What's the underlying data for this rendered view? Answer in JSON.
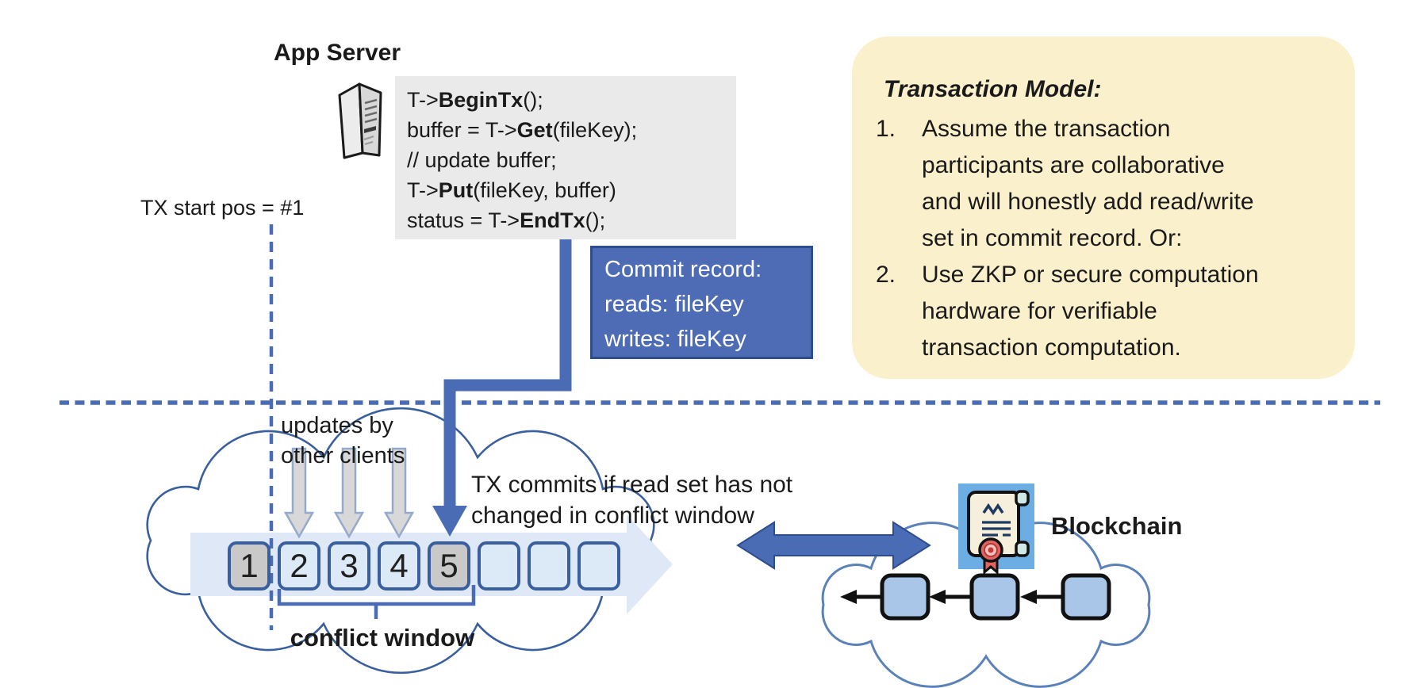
{
  "app_server": {
    "label": "App Server"
  },
  "code_box": {
    "lines": [
      {
        "pre": "T->",
        "bold": "BeginTx",
        "post": "();"
      },
      {
        "pre": "buffer = T->",
        "bold": "Get",
        "post": "(fileKey);"
      },
      {
        "pre": "// update buffer;",
        "bold": "",
        "post": ""
      },
      {
        "pre": "T->",
        "bold": "Put",
        "post": "(fileKey, buffer)"
      },
      {
        "pre": "status = T->",
        "bold": "EndTx",
        "post": "();"
      }
    ]
  },
  "tx_start": {
    "label": "TX start pos = #1"
  },
  "commit_record": {
    "line1": "Commit record:",
    "line2": "reads: fileKey",
    "line3": "writes: fileKey"
  },
  "note": {
    "title": "Transaction Model:",
    "items": [
      {
        "num": "1.",
        "text": "Assume the transaction\nparticipants are collaborative\nand will honestly add read/write\nset in commit record.  Or:"
      },
      {
        "num": "2.",
        "text": "Use ZKP or secure computation\nhardware for verifiable\ntransaction computation."
      }
    ]
  },
  "timeline": {
    "updates_label": "updates by\nother clients",
    "commit_label": "TX commits if read set has not\nchanged in conflict window",
    "conflict_label": "conflict window",
    "blocks": [
      {
        "label": "1"
      },
      {
        "label": "2"
      },
      {
        "label": "3"
      },
      {
        "label": "4"
      },
      {
        "label": "5"
      },
      {
        "label": ""
      },
      {
        "label": ""
      },
      {
        "label": ""
      }
    ]
  },
  "blockchain": {
    "label": "Blockchain"
  },
  "colors": {
    "accent_blue": "#4A6CB5",
    "dark_blue_border": "#2E4D8E",
    "block_border": "#3A5F9F",
    "light_block_fill": "#DCE9F7",
    "gray_block_fill": "#C9C9C9",
    "pale_arrow_fill": "#DFE8F6",
    "code_bg": "#EAEAEA",
    "note_bg": "#FBF0CC",
    "chain_block_fill": "#A9C6E9",
    "cert_bg": "#6CAEE3",
    "seal_red": "#E26360"
  }
}
